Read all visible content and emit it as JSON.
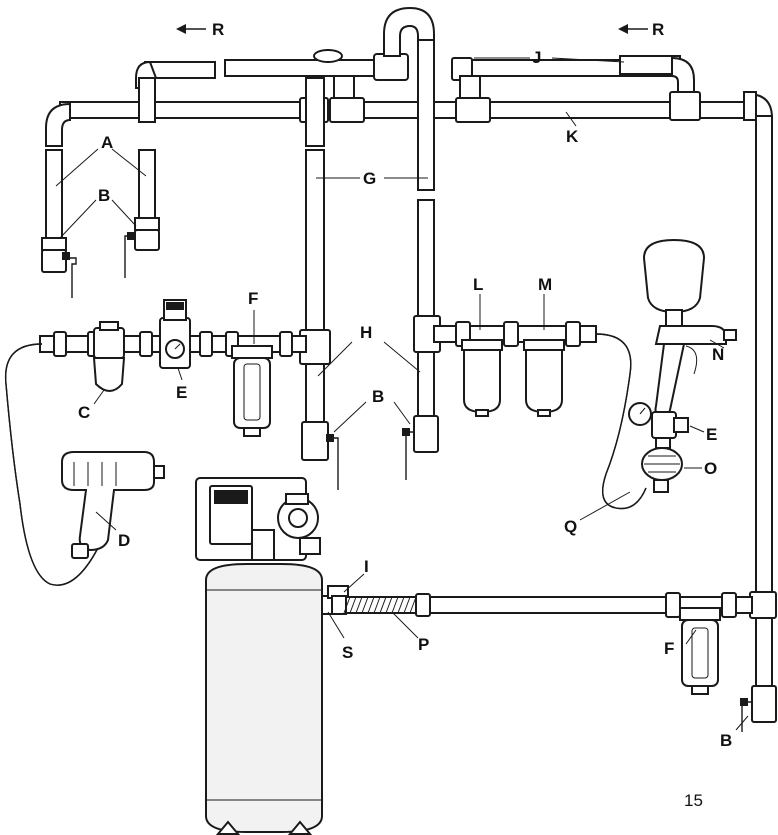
{
  "labels": {
    "A": "A",
    "B": "B",
    "C": "C",
    "D": "D",
    "E": "E",
    "F": "F",
    "G": "G",
    "H": "H",
    "I": "I",
    "J": "J",
    "K": "K",
    "L": "L",
    "M": "M",
    "N": "N",
    "O": "O",
    "P": "P",
    "Q": "Q",
    "R": "R",
    "S": "S"
  },
  "page_number": "15",
  "colors": {
    "line": "#1a1a1a",
    "fill": "#ffffff",
    "tank": "#f2f2f2"
  }
}
